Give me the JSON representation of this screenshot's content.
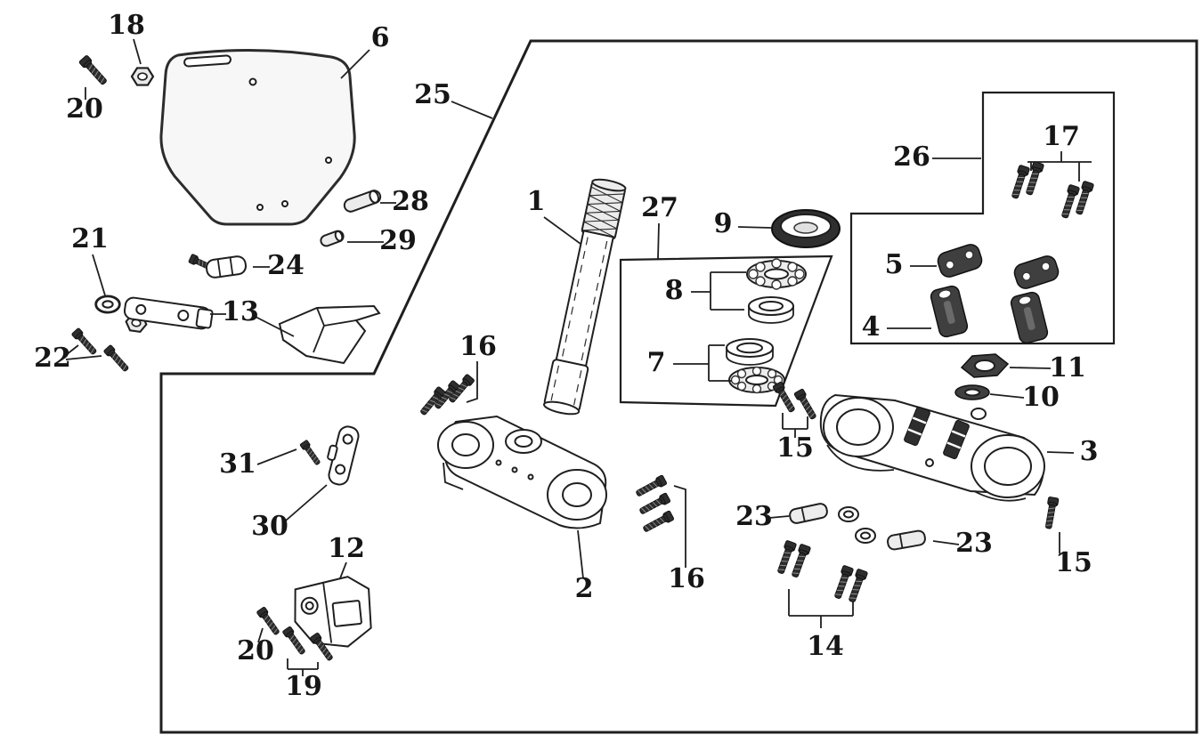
{
  "diagram": {
    "callouts": {
      "n1": "1",
      "n2": "2",
      "n3": "3",
      "n4": "4",
      "n5": "5",
      "n6": "6",
      "n7": "7",
      "n8": "8",
      "n9": "9",
      "n10": "10",
      "n11": "11",
      "n12": "12",
      "n13": "13",
      "n14": "14",
      "n15a": "15",
      "n15b": "15",
      "n16a": "16",
      "n16b": "16",
      "n17": "17",
      "n18": "18",
      "n19": "19",
      "n20a": "20",
      "n20b": "20",
      "n21": "21",
      "n22": "22",
      "n23a": "23",
      "n23b": "23",
      "n24": "24",
      "n25": "25",
      "n26": "26",
      "n27": "27",
      "n28": "28",
      "n29": "29",
      "n30": "30",
      "n31": "31"
    },
    "colors": {
      "background": "#ffffff",
      "line": "#1f1f1f",
      "dark_part": "#2e2e2e",
      "light_part": "#f5f5f5"
    }
  }
}
